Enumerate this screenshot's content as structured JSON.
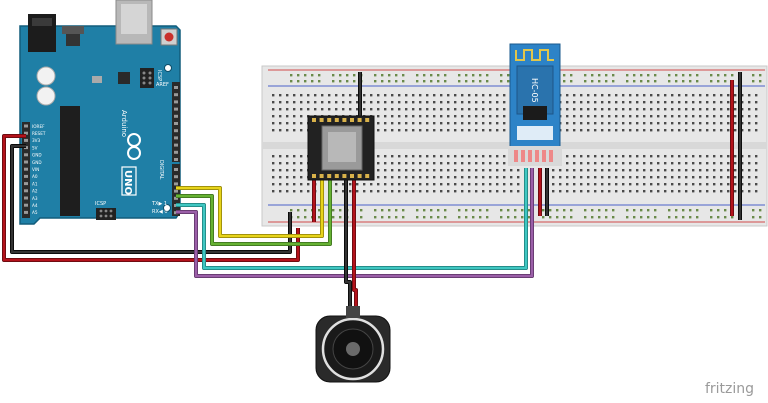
{
  "arduino": {
    "brand": "Arduino",
    "model": "UNO",
    "icsp_top": "ICSP",
    "icsp_bottom": "ICSP",
    "pin_labels_left": [
      "IOREF",
      "RESET",
      "3V3",
      "5V",
      "GND",
      "GND",
      "VIN",
      "A0",
      "A1",
      "A2",
      "A3",
      "A4",
      "A5"
    ],
    "aref": "AREF",
    "digital": "DIGITAL",
    "tx": "TX▶ 1",
    "rx": "RX◀ 0"
  },
  "bluetooth": {
    "label": "HC-05"
  },
  "watermark": "fritzing",
  "colors": {
    "board": "#1f7fa6",
    "breadboard": "#e6e6e6",
    "wire_red": "#b3121b",
    "wire_black": "#222222",
    "wire_yellow": "#e7d41b",
    "wire_green": "#66b233",
    "wire_cyan": "#3fc7c2",
    "wire_purple": "#9b5fa8"
  }
}
